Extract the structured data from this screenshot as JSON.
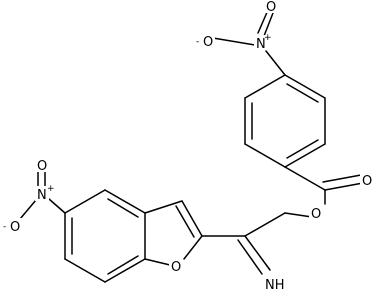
{
  "molecule": {
    "atoms": {
      "nitro_top_O_minus": "O",
      "nitro_top_O_minus_charge": "-",
      "nitro_top_N_plus": "N",
      "nitro_top_N_plus_charge": "+",
      "nitro_top_O": "O",
      "ester_carbonyl_O": "O",
      "ester_O": "O",
      "nitro_left_O_minus": "O",
      "nitro_left_O_minus_charge": "-",
      "nitro_left_N_plus": "N",
      "nitro_left_N_plus_charge": "+",
      "nitro_left_O": "O",
      "furan_O": "O",
      "imine_NH": "NH"
    }
  }
}
